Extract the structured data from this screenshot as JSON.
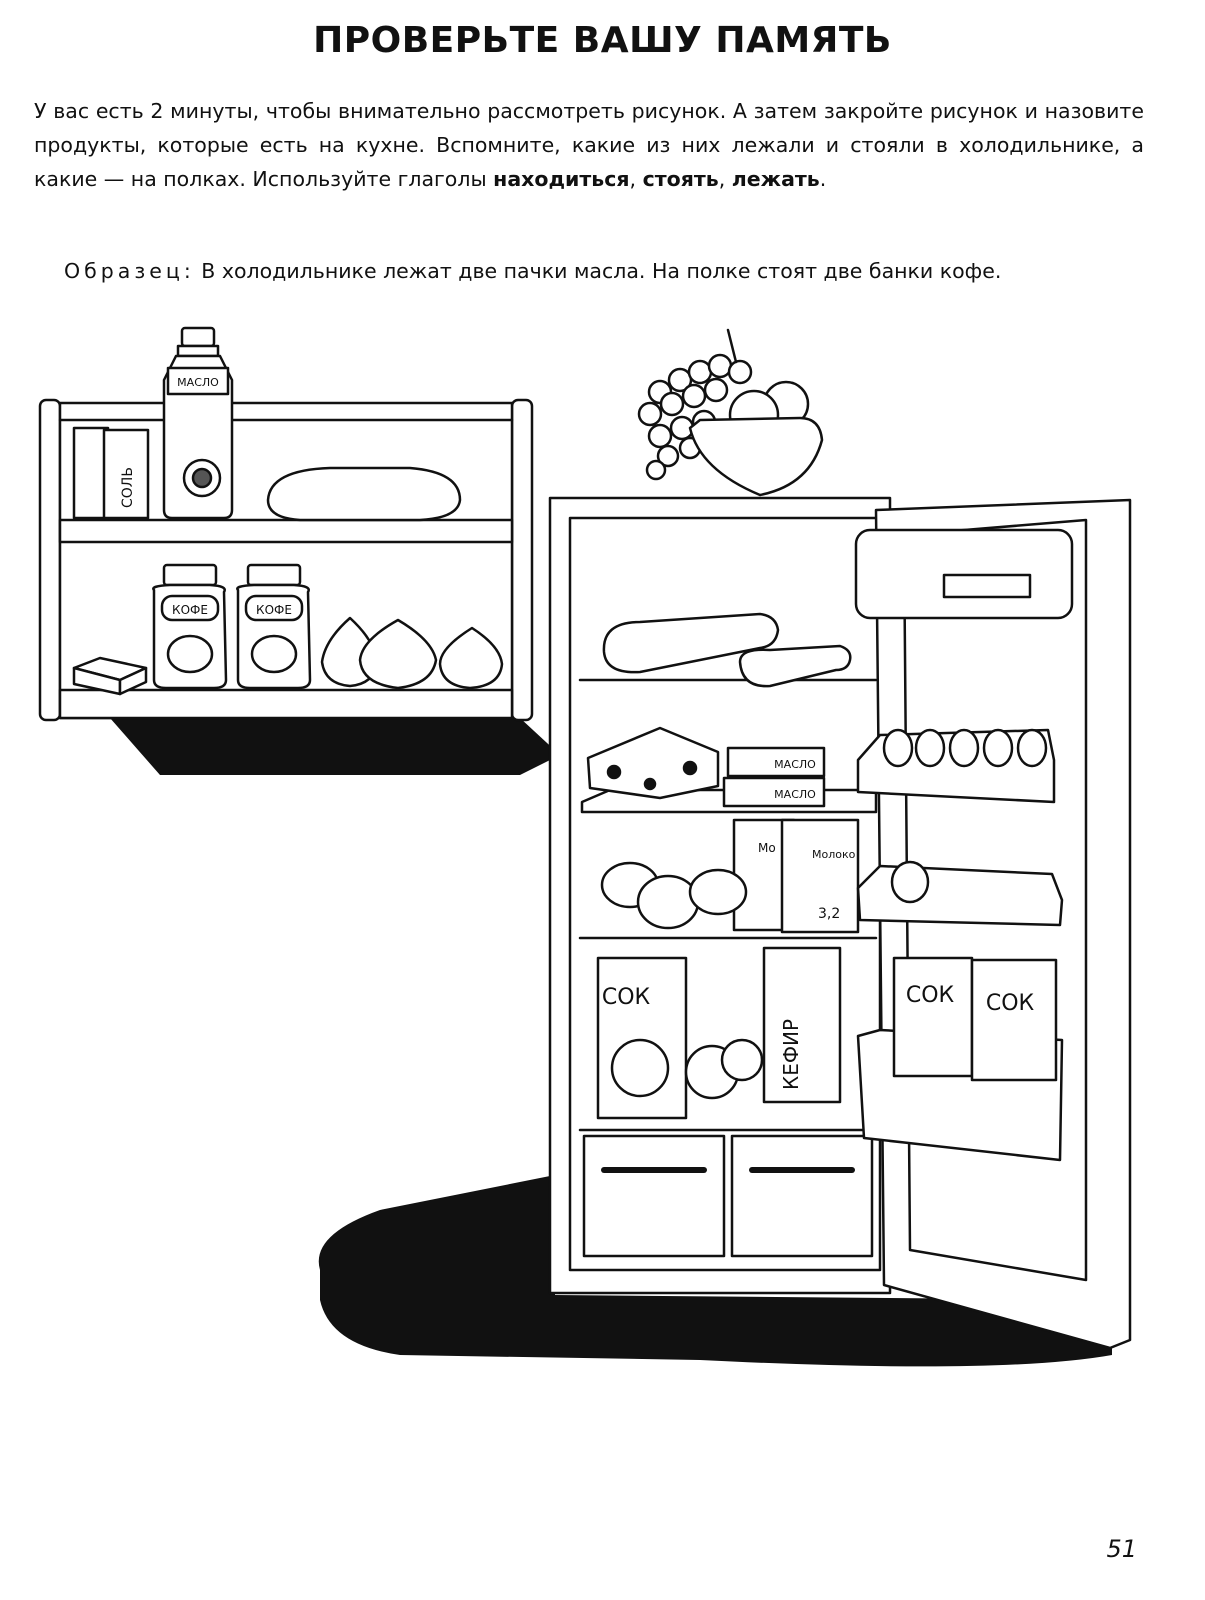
{
  "title": "ПРОВЕРЬТЕ ВАШУ ПАМЯТЬ",
  "task": {
    "text": "У вас есть 2 минуты, чтобы внимательно рассмотреть рисунок. А затем закройте рисунок и назовите продукты, которые есть на кухне. Вспомните, какие из них лежали и стояли в холодильнике, а какие — на полках. Используйте глаголы ",
    "verb1": "находиться",
    "sep1": ", ",
    "verb2": "стоять",
    "sep2": ", ",
    "verb3": "лежать",
    "end": "."
  },
  "sample": {
    "label": "Образец:",
    "text": " В холодильнике лежат две пачки масла. На полке стоят две банки кофе."
  },
  "labels": {
    "oil": "МАСЛО",
    "salt": "СОЛЬ",
    "coffee": "КОФЕ",
    "butter": "МАСЛО",
    "milk": "Молоко",
    "milk_partial": "Мо",
    "fat": "3,2",
    "juice": "СОК",
    "kefir": "КЕФИР"
  },
  "page_number": "51"
}
